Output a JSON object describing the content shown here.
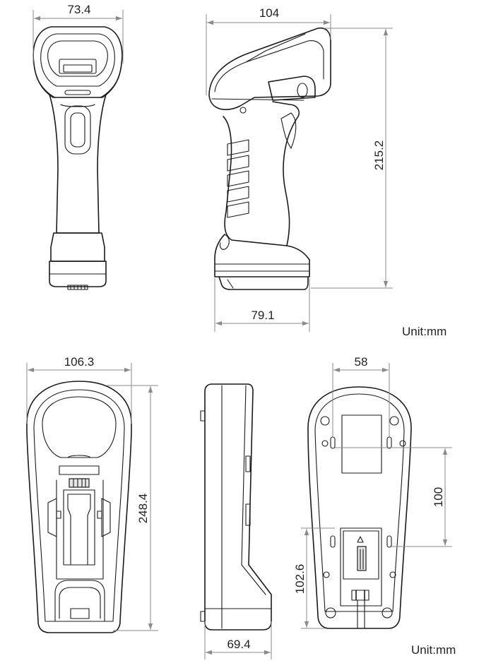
{
  "diagram": {
    "units_label": "Unit:mm",
    "views": [
      {
        "id": "scanner-front",
        "dimensions": [
          "73.4"
        ]
      },
      {
        "id": "scanner-side",
        "dimensions": [
          "104",
          "215.2",
          "79.1"
        ]
      },
      {
        "id": "cradle-front",
        "dimensions": [
          "106.3",
          "248.4"
        ]
      },
      {
        "id": "cradle-side",
        "dimensions": [
          "69.4"
        ]
      },
      {
        "id": "cradle-back",
        "dimensions": [
          "58",
          "100",
          "102.6"
        ]
      }
    ]
  },
  "colors": {
    "line": "#1a1a1a",
    "dimension": "#8a8a8a",
    "fill": "#e6e6e6"
  }
}
